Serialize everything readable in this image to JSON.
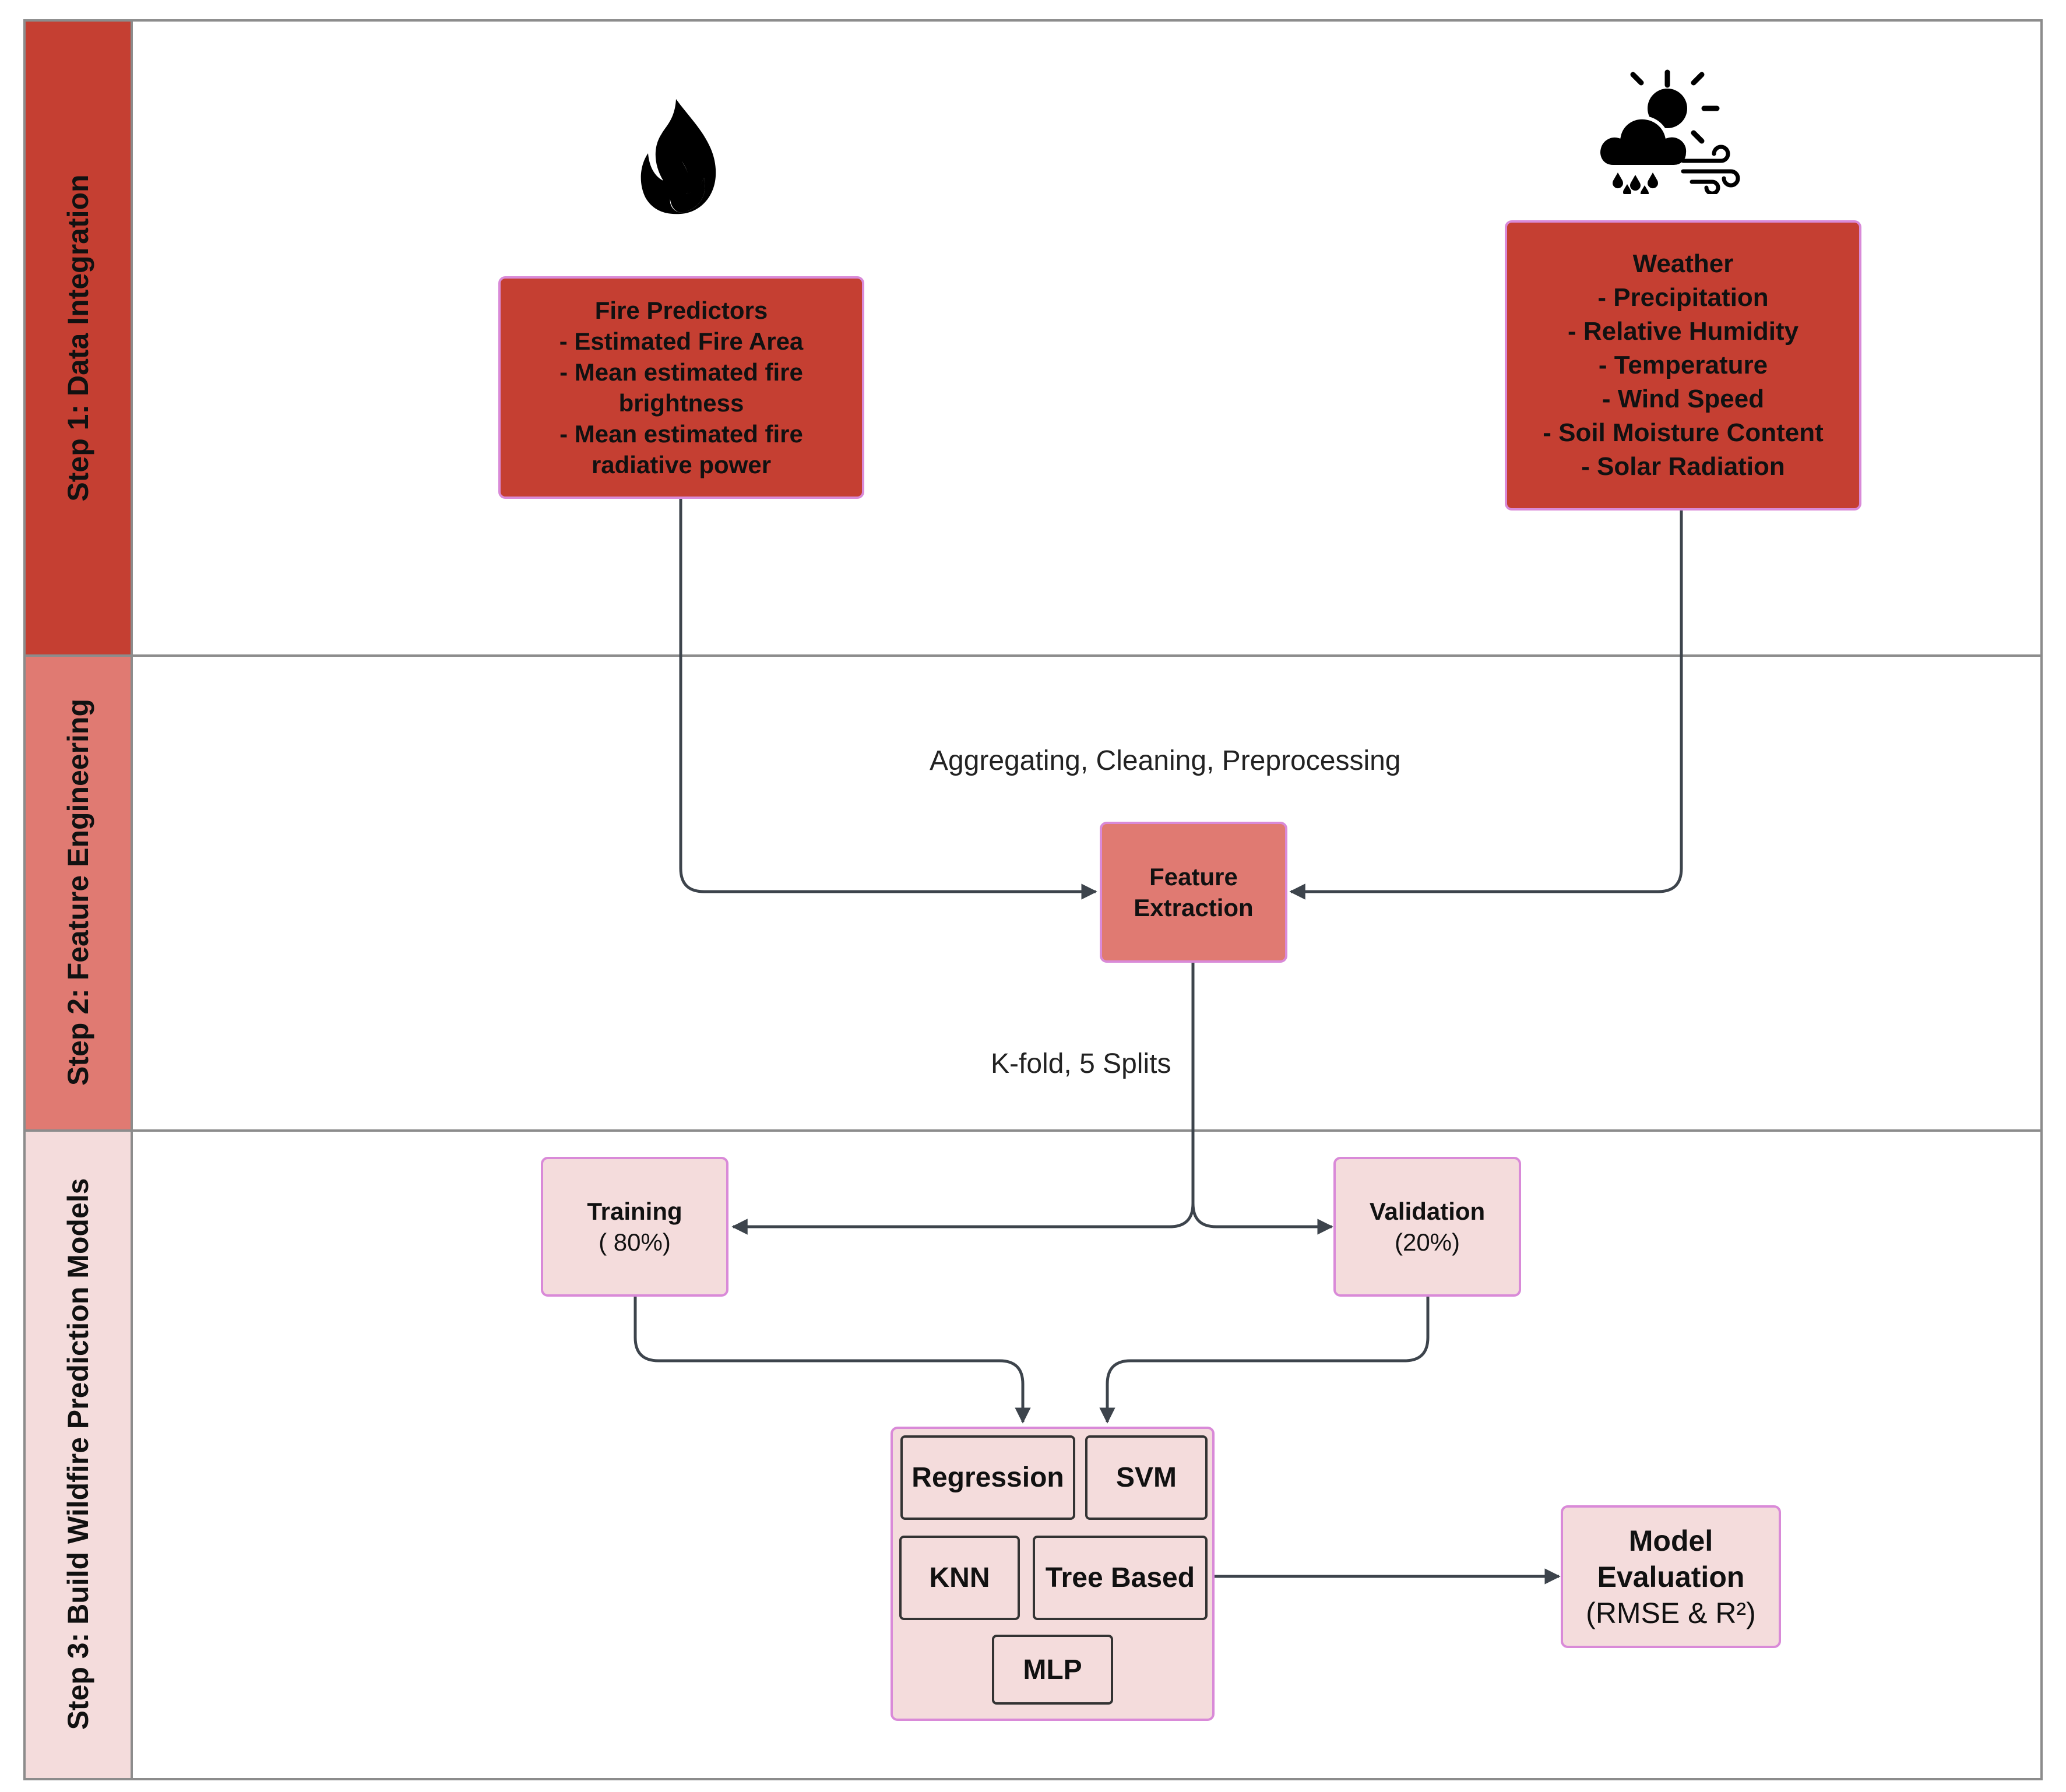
{
  "lanes": [
    {
      "label": "Step 1: Data Integration",
      "color": "#c53f32"
    },
    {
      "label": "Step 2: Feature Engineering",
      "color": "#e07a72"
    },
    {
      "label": "Step 3: Build Wildfire Prediction Models",
      "color": "#f4dcdc"
    }
  ],
  "icons": {
    "fire": "fire-icon",
    "weather": "weather-icon"
  },
  "fire_predictors": {
    "lines": [
      "Fire Predictors",
      "- Estimated Fire Area",
      "- Mean estimated fire",
      "brightness",
      "- Mean estimated fire",
      "radiative power"
    ]
  },
  "weather": {
    "lines": [
      "Weather",
      "- Precipitation",
      "- Relative Humidity",
      "- Temperature",
      "- Wind Speed",
      "- Soil Moisture Content",
      "- Solar Radiation"
    ]
  },
  "step2_caption": "Aggregating, Cleaning, Preprocessing",
  "feature_extraction": {
    "lines": [
      "Feature",
      "Extraction"
    ]
  },
  "split_caption": "K-fold, 5 Splits",
  "training": {
    "title": "Training",
    "value": "( 80%)"
  },
  "validation": {
    "title": "Validation",
    "value": "(20%)"
  },
  "models": {
    "regression": "Regression",
    "svm": "SVM",
    "knn": "KNN",
    "tree": "Tree Based",
    "mlp": "MLP"
  },
  "evaluation": {
    "line1": "Model",
    "line2": "Evaluation",
    "line3": "(RMSE & R²)"
  }
}
